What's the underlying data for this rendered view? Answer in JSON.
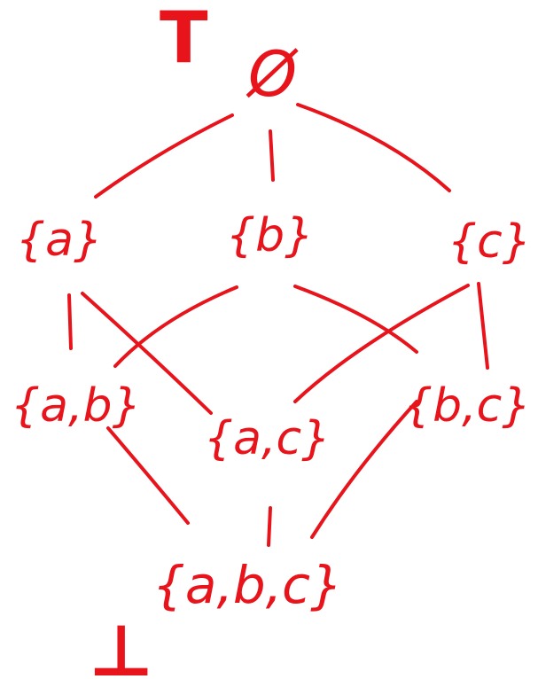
{
  "ink_color": "#e8141c",
  "top_symbol": "T",
  "bottom_symbol": "⊥",
  "nodes": {
    "empty": "Ø",
    "a": "{a}",
    "b": "{b}",
    "c": "{c}",
    "ab": "{a,b}",
    "ac": "{a,c}",
    "bc": "{b,c}",
    "abc": "{a,b,c}"
  }
}
